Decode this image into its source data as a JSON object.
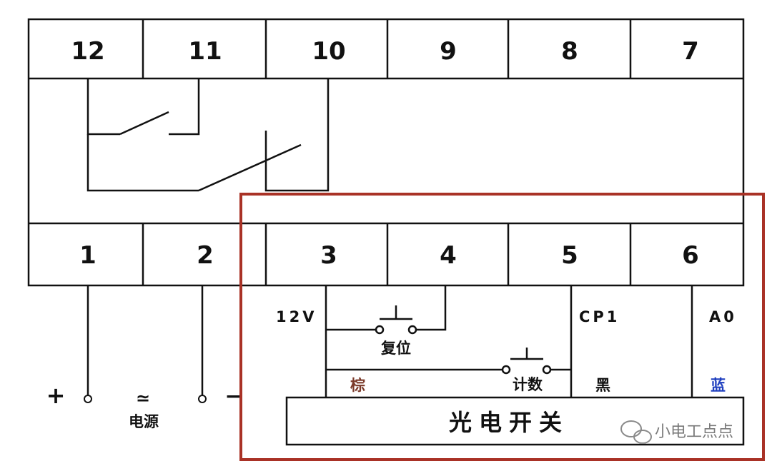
{
  "terminals_top": [
    "12",
    "11",
    "10",
    "9",
    "8",
    "7"
  ],
  "terminals_bottom": [
    "1",
    "2",
    "3",
    "4",
    "5",
    "6"
  ],
  "power": {
    "plus": "+",
    "minus": "−",
    "ac_dc_symbol": "≃",
    "label": "电源"
  },
  "labels": {
    "v12": "12V",
    "cp1": "CP1",
    "a0": "A0",
    "reset": "复位",
    "count": "计数",
    "brown": "棕",
    "black": "黑",
    "blue": "蓝",
    "photo_switch": "光电开关"
  },
  "colors": {
    "line": "#111111",
    "highlight_box": "#a93226",
    "brown_wire": "#7b3a2a",
    "blue_wire": "#1f3fbf"
  },
  "watermark": "小电工点点"
}
